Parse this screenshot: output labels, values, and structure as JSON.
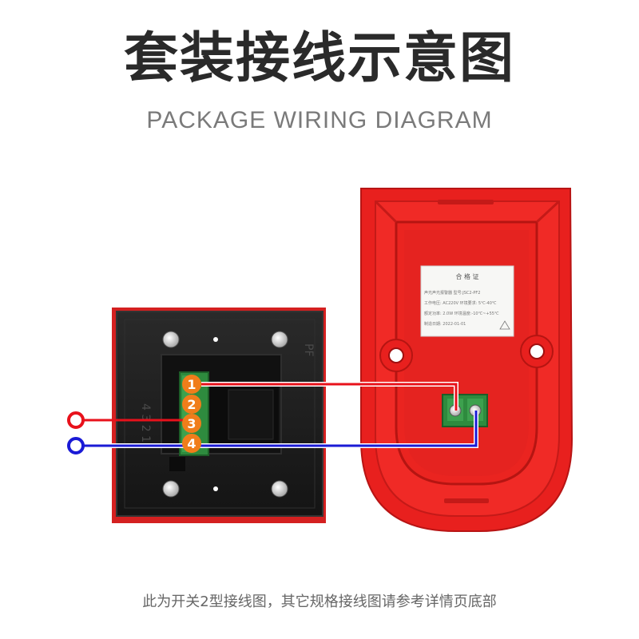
{
  "title": "套装接线示意图",
  "subtitle": "PACKAGE WIRING DIAGRAM",
  "footnote": "此为开关2型接线图，其它规格接线图请参考详情页底部",
  "switch_panel": {
    "marks": {
      "left_numbers": "4 3 2 1",
      "right_code": "PF"
    },
    "terminals": [
      {
        "number": "1"
      },
      {
        "number": "2"
      },
      {
        "number": "3"
      },
      {
        "number": "4"
      }
    ]
  },
  "alarm_label": {
    "title": "合 格 证",
    "lines": [
      "声光声光报警器 型号:JSC2-PF2",
      "工作电压: AC220V  环境要求: 5℃-40℃",
      "额定功率: 2.0W  环境温度:-10℃~+55℃",
      "制造日期: 2022-01-01"
    ]
  },
  "colors": {
    "accent_orange": "#f07d1a",
    "wire_red": "#e8111b",
    "wire_blue": "#1a1ad6",
    "housing_red": "#e8201e",
    "panel_black": "#1c1c1c",
    "terminal_green": "#2e8b3e"
  },
  "icons": [
    "screw-icon",
    "terminal-block-icon",
    "wire-endpoint-icon"
  ]
}
